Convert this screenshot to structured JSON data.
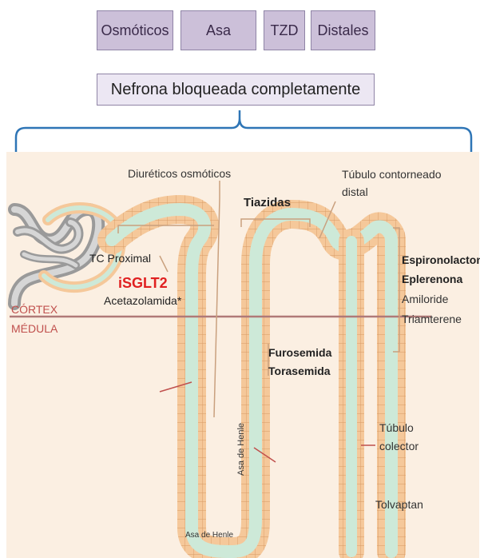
{
  "header": {
    "categories": [
      {
        "label": "Osmóticos"
      },
      {
        "label": "Asa"
      },
      {
        "label": "TZD"
      },
      {
        "label": "Distales"
      }
    ],
    "banner": "Nefrona bloqueada completamente"
  },
  "diagram": {
    "osmotic_label": "Diuréticos osmóticos",
    "distal_tubule_label_1": "Túbulo contorneado",
    "distal_tubule_label_2": "distal",
    "thiazides_label": "Tiazidas",
    "proximal_label": "TC Proximal",
    "sglt2_label": "iSGLT2",
    "acetazolamide_label": "Acetazolamida*",
    "cortex_label": "CÓRTEX",
    "medulla_label": "MÉDULA",
    "furosemide_label": "Furosemida",
    "torasemide_label": "Torasemida",
    "loop_label_vertical": "Asa de Henle",
    "loop_label_bottom": "Asa de Henle",
    "distal_drugs": [
      "Espironolactona",
      "Eplerenona",
      "Amiloride",
      "Triamterene"
    ],
    "collector_label_1": "Túbulo",
    "collector_label_2": "colector",
    "tolvaptan_label": "Tolvaptan",
    "colors": {
      "tissue_bg": "#fbefe2",
      "tubule_wall": "#f5c89a",
      "tubule_lumen": "#cde9d8",
      "boundary_line": "#b07a78",
      "cortex_text": "#c0504d",
      "sglt2_text": "#e02020",
      "bracket": "#2e75b6"
    }
  }
}
